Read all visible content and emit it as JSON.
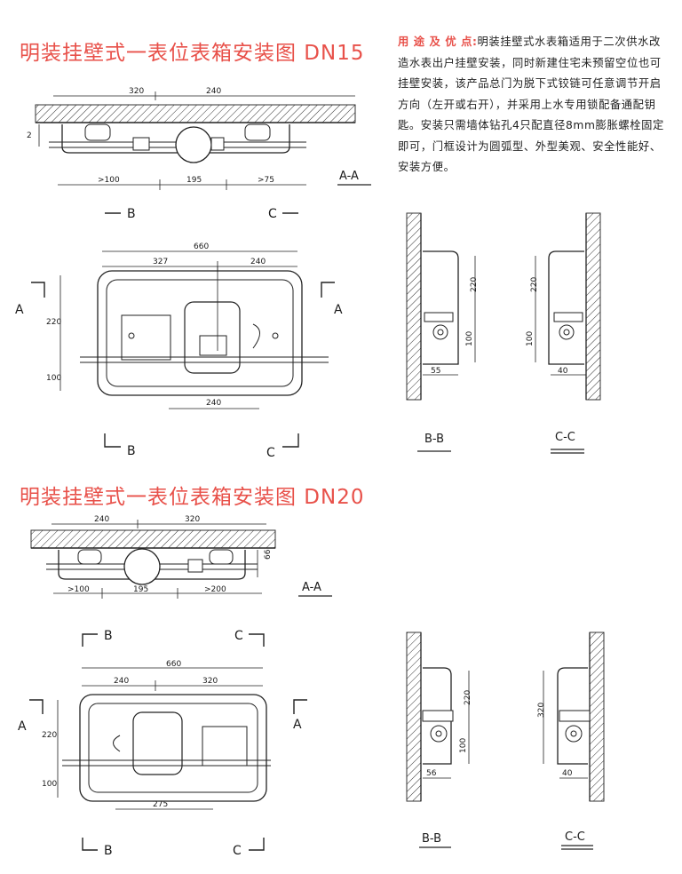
{
  "titles": {
    "dn15": "明装挂壁式一表位表箱安装图 DN15",
    "dn20": "明装挂壁式一表位表箱安装图 DN20"
  },
  "description": {
    "heading": "用 途 及 优 点:",
    "body": "明装挂壁式水表箱适用于二次供水改造水表出户挂壁安装，同时新建住宅未预留空位也可挂壁安装，该产品总门为脱下式铰链可任意调节开启方向（左开或右开），并采用上水专用锁配备通配钥匙。安装只需墙体钻孔4只配直径8mm膨胀螺栓固定即可，门框设计为圆弧型、外型美观、安全性能好、安装方便。"
  },
  "section_labels": {
    "aa": "A-A",
    "bb": "B-B",
    "cc": "C-C",
    "a": "A",
    "b": "B",
    "c": "C"
  },
  "dn15_dims": {
    "top_left": "320",
    "top_right": "240",
    "side": "2",
    "bot_left": ">100",
    "bot_mid": "195",
    "bot_right": ">75",
    "width": "660",
    "inner_left": "327",
    "inner_right": "240",
    "height_upper": "220",
    "height_lower": "100",
    "bottom": "240",
    "bb_h1": "220",
    "bb_h2": "100",
    "bb_w": "55",
    "cc_h1": "220",
    "cc_h2": "100",
    "cc_w": "40"
  },
  "dn20_dims": {
    "top_left": "240",
    "top_right": "320",
    "side": "66",
    "bot_left": ">100",
    "bot_mid": "195",
    "bot_right": ">200",
    "width": "660",
    "inner_left": "240",
    "inner_right": "320",
    "height_upper": "220",
    "height_lower": "100",
    "bottom": "275",
    "bb_h1": "220",
    "bb_h2": "100",
    "bb_w": "56",
    "cc_h1": "320",
    "cc_w": "40"
  }
}
